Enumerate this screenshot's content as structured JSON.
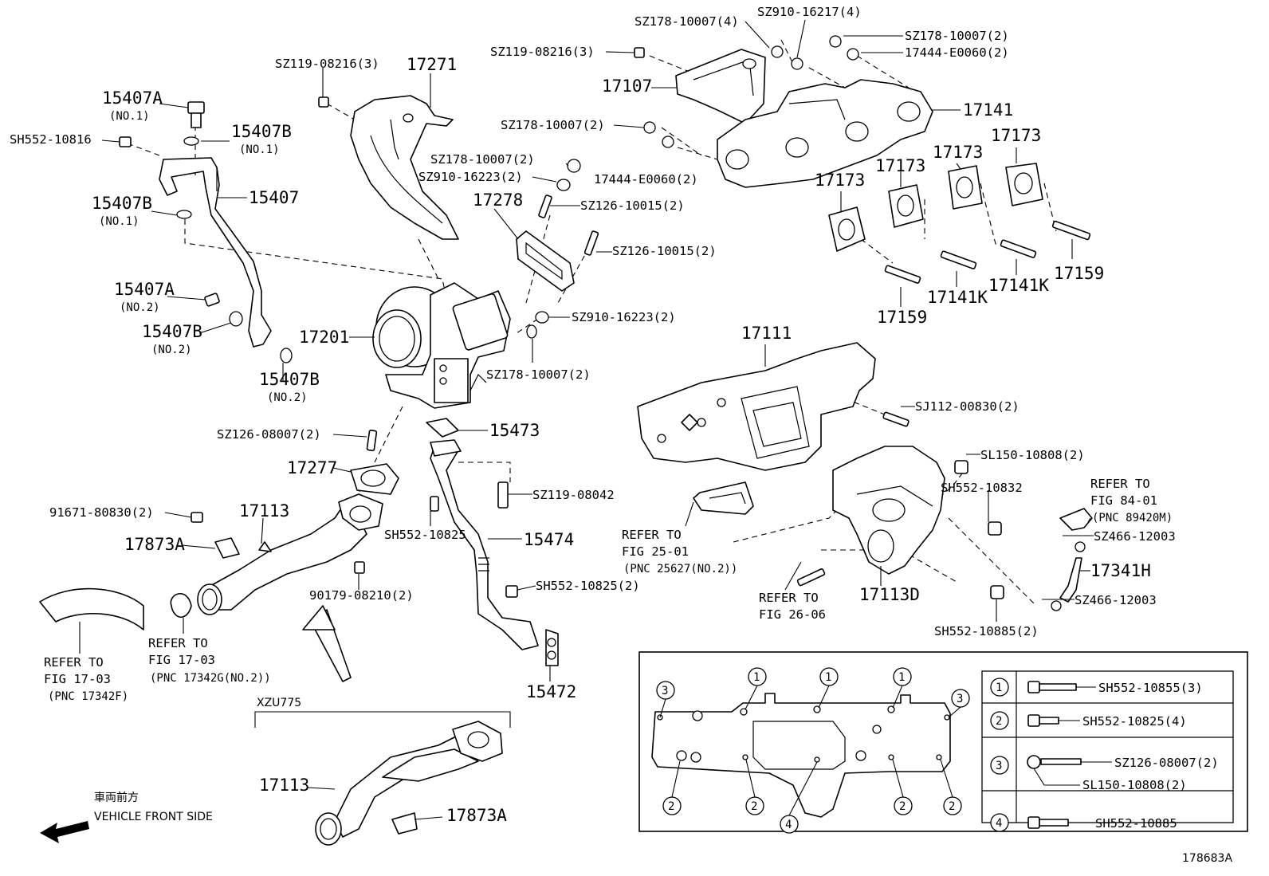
{
  "diagram_id": "178683A",
  "group_label": "XZU775",
  "front_label": {
    "jp": "車両前方",
    "en": "VEHICLE FRONT SIDE"
  },
  "labels": {
    "p15407A_1": "15407A",
    "p15407A_1_sub": "(NO.1)",
    "sh552_10816": "SH552-10816",
    "p15407B_1a": "15407B",
    "p15407B_1a_sub": "(NO.1)",
    "p15407": "15407",
    "p15407B_1b": "15407B",
    "p15407B_1b_sub": "(NO.1)",
    "p15407A_2": "15407A",
    "p15407A_2_sub": "(NO.2)",
    "p15407B_2a": "15407B",
    "p15407B_2a_sub": "(NO.2)",
    "p15407B_2b": "15407B",
    "p15407B_2b_sub": "(NO.2)",
    "sz119_08216_a": "SZ119-08216(3)",
    "p17271": "17271",
    "sz178_10007_4": "SZ178-10007(4)",
    "sz910_16217": "SZ910-16217(4)",
    "sz178_10007_2a": "SZ178-10007(2)",
    "p17444_a": "17444-E0060(2)",
    "sz119_08216_b": "SZ119-08216(3)",
    "p17107": "17107",
    "p17141": "17141",
    "sz178_10007_2b": "SZ178-10007(2)",
    "p17444_b": "17444-E0060(2)",
    "sz178_10007_2c": "SZ178-10007(2)",
    "sz910_16223_a": "SZ910-16223(2)",
    "p17278": "17278",
    "sz126_10015_a": "SZ126-10015(2)",
    "sz126_10015_b": "SZ126-10015(2)",
    "sz910_16223_b": "SZ910-16223(2)",
    "sz178_10007_2d": "SZ178-10007(2)",
    "p17201": "17201",
    "p17173_a": "17173",
    "p17173_b": "17173",
    "p17173_c": "17173",
    "p17173_d": "17173",
    "p17159_a": "17159",
    "p17159_b": "17159",
    "p17141K_a": "17141K",
    "p17141K_b": "17141K",
    "p17111": "17111",
    "sj112": "SJ112-00830(2)",
    "sl150_a": "SL150-10808(2)",
    "sh552_10832": "SH552-10832",
    "refer_84_1": "REFER TO",
    "refer_84_2": "FIG 84-01",
    "refer_84_3": "(PNC 89420M)",
    "sz466_a": "SZ466-12003",
    "p17341H": "17341H",
    "sz466_b": "SZ466-12003",
    "sh552_10885_2": "SH552-10885(2)",
    "p17113D": "17113D",
    "refer_26_1": "REFER TO",
    "refer_26_2": "FIG 26-06",
    "refer_25_1": "REFER TO",
    "refer_25_2": "FIG 25-01",
    "refer_25_3": "(PNC 25627(NO.2))",
    "sz126_08007": "SZ126-08007(2)",
    "p17277": "17277",
    "p15473": "15473",
    "sz119_08042": "SZ119-08042",
    "p91671": "91671-80830(2)",
    "p17113_a": "17113",
    "p17873A_a": "17873A",
    "sh552_10825_a": "SH552-10825",
    "p15474": "15474",
    "p90179": "90179-08210(2)",
    "sh552_10825_2": "SH552-10825(2)",
    "refer_1703a_1": "REFER TO",
    "refer_1703a_2": "FIG 17-03",
    "refer_1703a_3": "(PNC 17342F)",
    "refer_1703b_1": "REFER TO",
    "refer_1703b_2": "FIG 17-03",
    "refer_1703b_3": "(PNC 17342G(NO.2))",
    "p15472": "15472",
    "p17113_b": "17113",
    "p17873A_b": "17873A"
  },
  "legend": [
    {
      "num": "1",
      "part": "SH552-10855(3)"
    },
    {
      "num": "2",
      "part": "SH552-10825(4)"
    },
    {
      "num": "3",
      "part": "SZ126-08007(2)",
      "part2": "SL150-10808(2)"
    },
    {
      "num": "4",
      "part": "SH552-10885"
    }
  ],
  "inset_callouts": [
    "3",
    "1",
    "1",
    "1",
    "3",
    "2",
    "2",
    "2",
    "2",
    "4"
  ]
}
